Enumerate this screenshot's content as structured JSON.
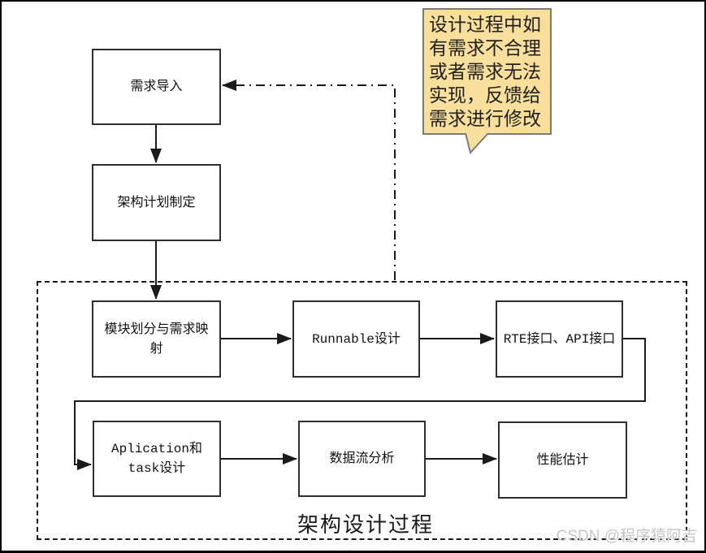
{
  "diagram": {
    "nodes": {
      "req_import": {
        "label": "需求导入"
      },
      "arch_plan": {
        "label": "架构计划制定"
      },
      "module_split": {
        "label": "模块划分与需求映射"
      },
      "runnable": {
        "label": "Runnable设计"
      },
      "rte_api": {
        "label": "RTE接口、API接口"
      },
      "app_task": {
        "label": "Aplication和task设计"
      },
      "dataflow": {
        "label": "数据流分析"
      },
      "performance": {
        "label": "性能估计"
      }
    },
    "edges": [
      {
        "from": "req_import",
        "to": "arch_plan",
        "style": "solid-arrow"
      },
      {
        "from": "arch_plan",
        "to": "module_split",
        "style": "solid-arrow"
      },
      {
        "from": "module_split",
        "to": "runnable",
        "style": "solid-arrow"
      },
      {
        "from": "runnable",
        "to": "rte_api",
        "style": "solid-arrow"
      },
      {
        "from": "rte_api",
        "to": "app_task",
        "style": "solid-arrow"
      },
      {
        "from": "app_task",
        "to": "dataflow",
        "style": "solid-arrow"
      },
      {
        "from": "dataflow",
        "to": "performance",
        "style": "solid-arrow"
      },
      {
        "from": "design-process-container",
        "to": "req_import",
        "style": "dash-dot-arrow"
      }
    ],
    "container": {
      "label": "架构设计过程"
    },
    "callout": {
      "text": "设计过程中如有需求不合理或者需求无法实现，反馈给需求进行修改"
    },
    "watermark": {
      "text": "CSDN @程序猿阿吉"
    },
    "colors": {
      "callout_fill": "#f8df9b",
      "callout_border": "#7a7a7a",
      "box_border": "#2f2f2f",
      "line": "#1a1a1a",
      "watermark": "#c6c6c6"
    }
  }
}
